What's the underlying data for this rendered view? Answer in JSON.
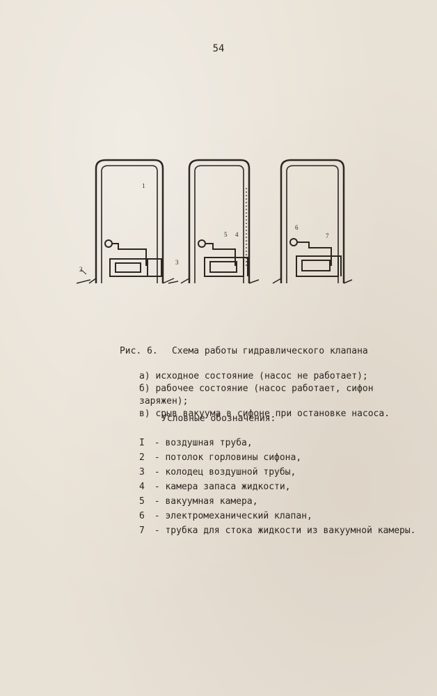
{
  "page": {
    "number": "54"
  },
  "figure": {
    "labels": [
      "1",
      "2",
      "3",
      "4",
      "5",
      "6",
      "7"
    ]
  },
  "caption": {
    "prefix": "Рис. 6.",
    "title": "Схема работы гидравлического клапана",
    "items": [
      "а) исходное состояние (насос не работает);",
      "б) рабочее состояние (насос работает, сифон",
      "заряжен);",
      "в) срыв вакуума в сифоне при остановке насоса."
    ]
  },
  "legend": {
    "title": "Условные обозначения:",
    "items": [
      {
        "num": "I",
        "text": "воздушная труба,"
      },
      {
        "num": "2",
        "text": "потолок горловины сифона,"
      },
      {
        "num": "3",
        "text": "колодец воздушной трубы,"
      },
      {
        "num": "4",
        "text": "камера запаса жидкости,"
      },
      {
        "num": "5",
        "text": "вакуумная камера,"
      },
      {
        "num": "6",
        "text": "электромеханический клапан,"
      },
      {
        "num": "7",
        "text": "трубка для стока жидкости из вакуумной камеры."
      }
    ]
  }
}
